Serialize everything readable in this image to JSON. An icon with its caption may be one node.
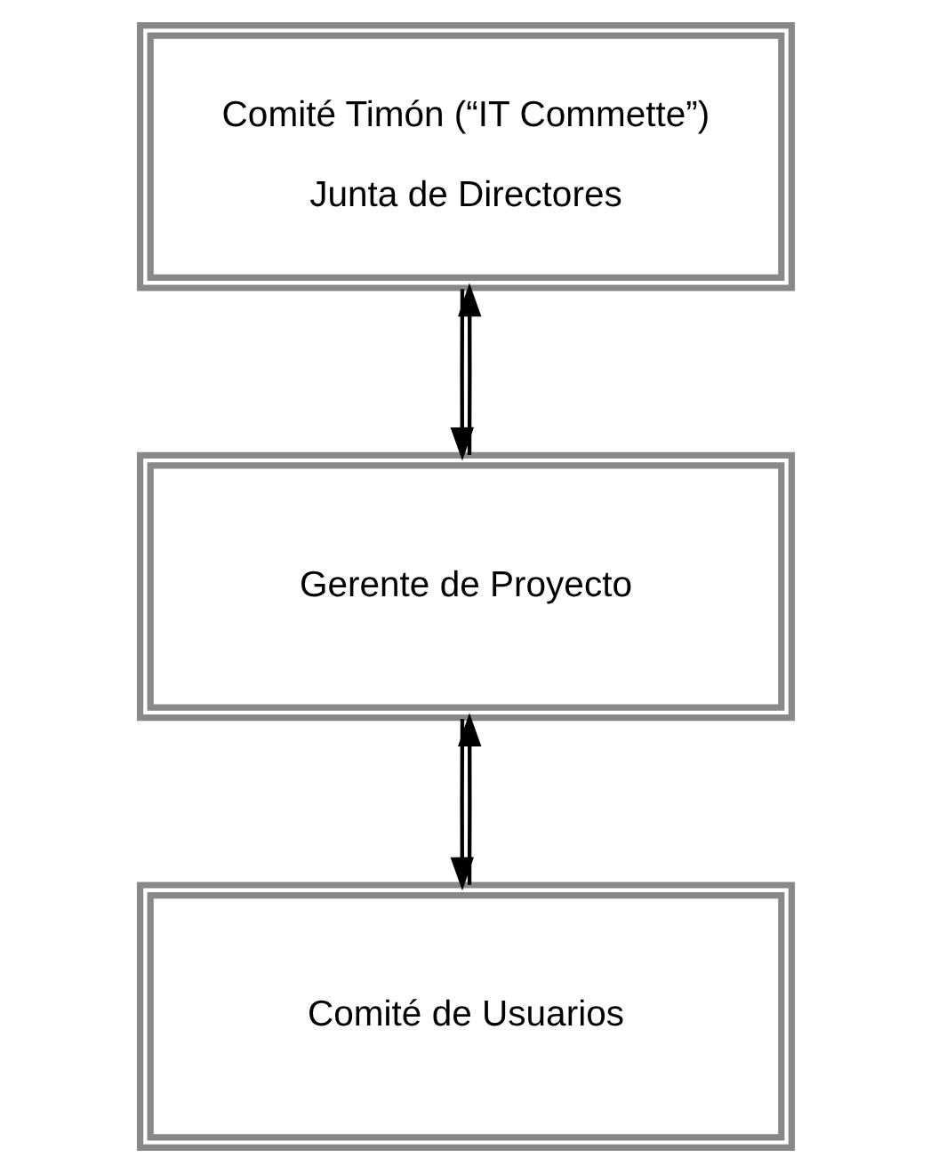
{
  "diagram": {
    "nodes": [
      {
        "text": [
          "Comité Timón (“IT Commette”)",
          "Junta de Directores"
        ]
      },
      {
        "text": [
          "Gerente de Proyecto"
        ]
      },
      {
        "text": [
          "Comité de Usuarios"
        ]
      }
    ],
    "edges": [
      {
        "from": 0,
        "to": 1,
        "arrow": "to"
      },
      {
        "from": 1,
        "to": 0,
        "arrow": "to"
      },
      {
        "from": 1,
        "to": 2,
        "arrow": "to"
      },
      {
        "from": 2,
        "to": 1,
        "arrow": "to"
      }
    ]
  }
}
